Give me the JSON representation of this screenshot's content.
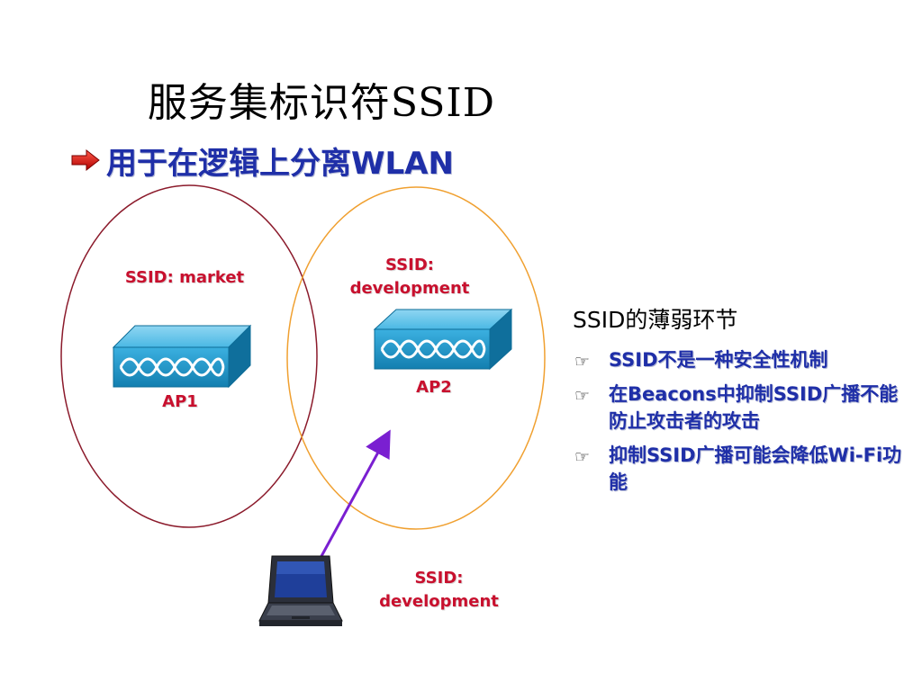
{
  "slide": {
    "title": "服务集标识符SSID",
    "subtitle": "用于在逻辑上分离WLAN"
  },
  "diagram": {
    "ssid_market": "SSID: market",
    "ssid_dev_top_line1": "SSID:",
    "ssid_dev_top_line2": "development",
    "ap1": "AP1",
    "ap2": "AP2",
    "ssid_dev_bottom_line1": "SSID:",
    "ssid_dev_bottom_line2": "development"
  },
  "weakness": {
    "title": "SSID的薄弱环节",
    "items": [
      "SSID不是一种安全性机制",
      "在Beacons中抑制SSID广播不能防止攻击者的攻击",
      "抑制SSID广播可能会降低Wi-Fi功能"
    ]
  },
  "colors": {
    "title_text": "#000000",
    "subtitle_text": "#1f2fa8",
    "label_red": "#c8102e",
    "circle_left": "#8b1a2b",
    "circle_right": "#f0a030",
    "arrow": "#7a1fd1",
    "ap_box": "#1a8fc4"
  },
  "icons": {
    "bullet": "red-arrow-icon",
    "list_bullet": "hand-pointing-icon",
    "access_point": "access-point-icon",
    "laptop": "laptop-icon"
  }
}
